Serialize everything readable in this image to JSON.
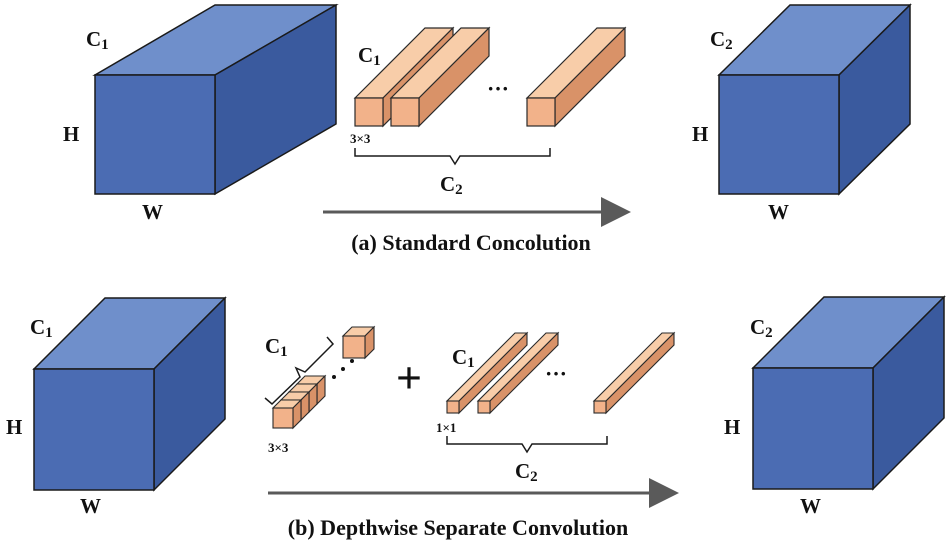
{
  "panel_a": {
    "caption": "(a) Standard Concolution",
    "input_cube": {
      "depth": "C",
      "depth_sub": "1",
      "height": "H",
      "width": "W"
    },
    "kernels": {
      "channel": "C",
      "channel_sub": "1",
      "size": "3×3",
      "count": "C",
      "count_sub": "2",
      "ellipsis": "···"
    },
    "output_cube": {
      "depth": "C",
      "depth_sub": "2",
      "height": "H",
      "width": "W"
    }
  },
  "panel_b": {
    "caption": "(b) Depthwise Separate Convolution",
    "input_cube": {
      "depth": "C",
      "depth_sub": "1",
      "height": "H",
      "width": "W"
    },
    "depthwise": {
      "channel": "C",
      "channel_sub": "1",
      "size": "3×3"
    },
    "plus": "+",
    "pointwise": {
      "channel": "C",
      "channel_sub": "1",
      "size": "1×1",
      "count": "C",
      "count_sub": "2",
      "ellipsis": "···"
    },
    "output_cube": {
      "depth": "C",
      "depth_sub": "2",
      "height": "H",
      "width": "W"
    }
  },
  "colors": {
    "cube_front": "#4b6cb3",
    "cube_top": "#6f8fcb",
    "cube_side": "#3a5a9e",
    "kernel_front": "#f2b28a",
    "kernel_top": "#f8cda9",
    "kernel_side": "#d99268",
    "arrow": "#5a5a5a"
  }
}
